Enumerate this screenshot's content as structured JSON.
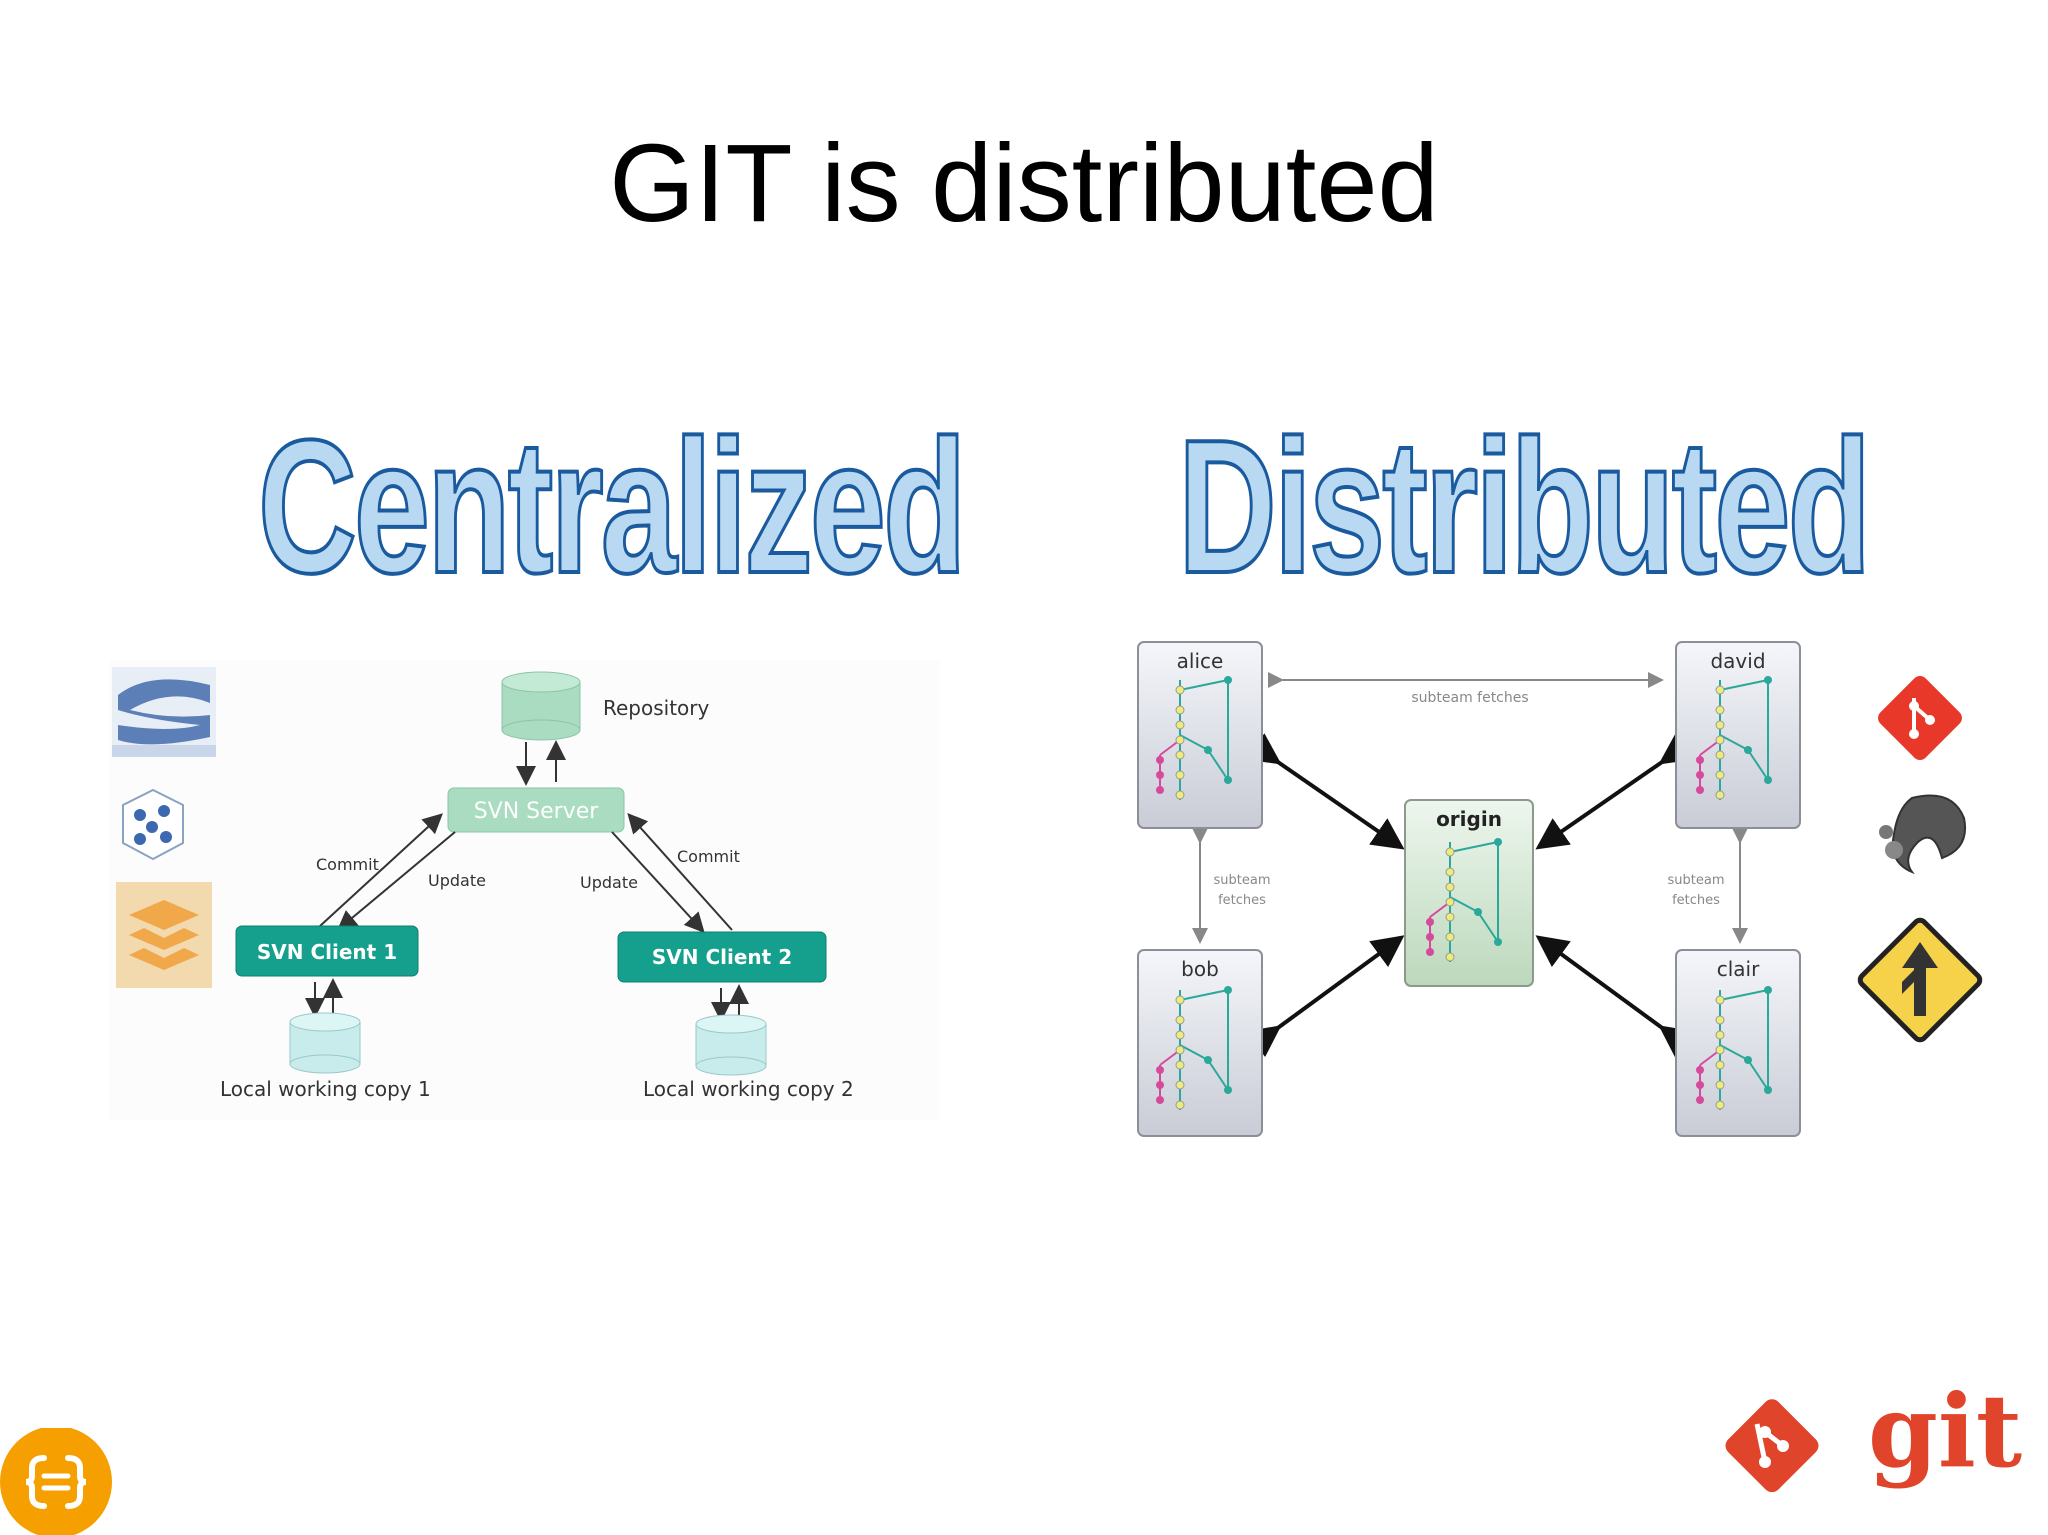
{
  "slide": {
    "title": "GIT is distributed"
  },
  "centralized": {
    "heading": "Centralized",
    "repository_label": "Repository",
    "server_label": "SVN Server",
    "client1_label": "SVN Client 1",
    "client2_label": "SVN Client 2",
    "commit_left": "Commit",
    "update_left": "Update",
    "update_right": "Update",
    "commit_right": "Commit",
    "local1_label": "Local working copy 1",
    "local2_label": "Local working copy 2",
    "colors": {
      "server": "#a9dcc0",
      "client": "#14a08c",
      "local": "#c8ecec"
    }
  },
  "distributed": {
    "heading": "Distributed",
    "nodes": {
      "alice": "alice",
      "david": "david",
      "origin": "origin",
      "bob": "bob",
      "clair": "clair"
    },
    "subteam_fetches_top": "subteam fetches",
    "subteam_left_1": "subteam",
    "subteam_left_2": "fetches",
    "subteam_right_1": "subteam",
    "subteam_right_2": "fetches",
    "colors": {
      "commit": "#ecec78",
      "branch": "#d64a9c",
      "teal": "#2aa89a"
    }
  },
  "logos": {
    "left": [
      "subversion-logo",
      "cube-logo",
      "layers-logo"
    ],
    "right": [
      "git-diamond-logo",
      "mercurial-logo",
      "bazaar-logo"
    ],
    "brand_text": "git",
    "brand_color": "#e0442a",
    "corner_icon": "curly-braces-icon",
    "corner_color": "#f5a000"
  }
}
